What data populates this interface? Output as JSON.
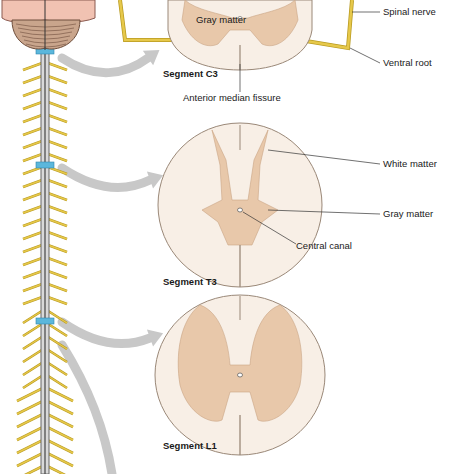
{
  "diagram": {
    "labels": [
      "Spinal nerve",
      "Gray matter",
      "Segment C3",
      "Anterior median fissure",
      "Ventral root",
      "White matter",
      "Gray matter",
      "Segment T3",
      "Central canal",
      "Segment L1"
    ]
  }
}
